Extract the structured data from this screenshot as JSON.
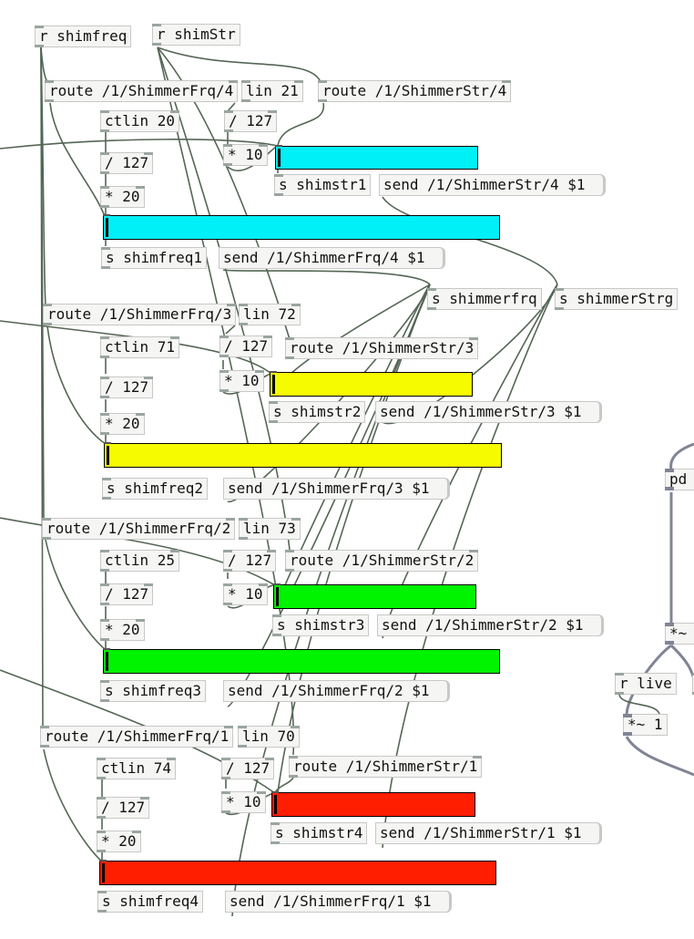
{
  "colors": {
    "cyan": "#00f0f8",
    "yellow": "#f6fb00",
    "green": "#00f400",
    "red": "#ff1e00",
    "wire": "#556655",
    "audio_wire": "#808494"
  },
  "objects": {
    "r_shimfreq": "r shimfreq",
    "r_shimstr": "r shimStr",
    "route_frq4": "route /1/ShimmerFrq/4",
    "lin21": "lin 21",
    "route_str4": "route /1/ShimmerStr/4",
    "ctlin20": "ctlin 20",
    "div127_a": "/ 127",
    "div127_b": "/ 127",
    "mul10_a": "* 10",
    "mul20_a": "* 20",
    "s_shimstr1": "s shimstr1",
    "s_shimfreq1": "s shimfreq1",
    "s_shimmerfrq": "s shimmerfrq",
    "s_shimmerstrg": "s shimmerStrg",
    "route_frq3": "route /1/ShimmerFrq/3",
    "lin72": "lin 72",
    "ctlin71": "ctlin 71",
    "div127_c": "/ 127",
    "route_str3": "route /1/ShimmerStr/3",
    "div127_d": "/ 127",
    "mul10_b": "* 10",
    "mul20_b": "* 20",
    "s_shimstr2": "s shimstr2",
    "s_shimfreq2": "s shimfreq2",
    "pd": "pd",
    "route_frq2": "route /1/ShimmerFrq/2",
    "lin73": "lin 73",
    "ctlin25": "ctlin 25",
    "div127_e": "/ 127",
    "route_str2": "route /1/ShimmerStr/2",
    "div127_f": "/ 127",
    "mul10_c": "* 10",
    "mul20_c": "* 20",
    "s_shimstr3": "s shimstr3",
    "s_shimfreq3": "s shimfreq3",
    "mul_tilde": "*~",
    "r_live": "r live",
    "mul_tilde_1": "*~ 1",
    "route_frq1": "route /1/ShimmerFrq/1",
    "lin70": "lin 70",
    "ctlin74": "ctlin 74",
    "div127_g": "/ 127",
    "route_str1": "route /1/ShimmerStr/1",
    "div127_h": "/ 127",
    "mul10_d": "* 10",
    "mul20_d": "* 20",
    "s_shimstr4": "s shimstr4",
    "s_shimfreq4": "s shimfreq4"
  },
  "messages": {
    "send_str4": "send /1/ShimmerStr/4 $1",
    "send_frq4": "send /1/ShimmerFrq/4 $1",
    "send_str3": "send /1/ShimmerStr/3 $1",
    "send_frq3": "send /1/ShimmerFrq/3 $1",
    "send_str2": "send /1/ShimmerStr/2 $1",
    "send_frq2": "send /1/ShimmerFrq/2 $1",
    "send_str1": "send /1/ShimmerStr/1 $1",
    "send_frq1": "send /1/ShimmerFrq/1 $1"
  },
  "sliders": {
    "str4": 0.0,
    "frq4": 0.0,
    "str3": 0.0,
    "frq3": 0.0,
    "str2": 0.0,
    "frq2": 0.0,
    "str1": 0.0,
    "frq1": 0.0
  }
}
